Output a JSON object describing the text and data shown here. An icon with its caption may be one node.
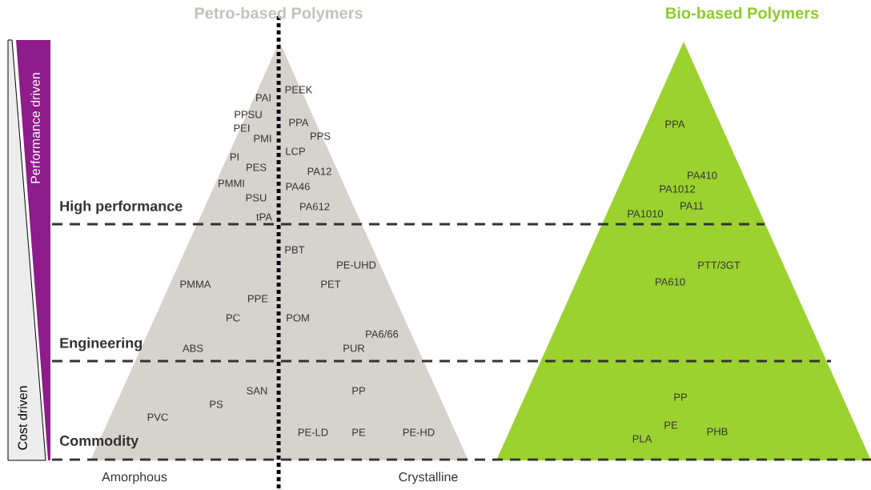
{
  "diagram": {
    "nodes": [
      {
        "text": [
          "Performance driven"
        ]
      },
      {
        "text": [
          "Cost driven"
        ]
      },
      {
        "text": [
          "Petro-based Polymers",
          "PAI",
          "PEEK",
          "PPSU",
          "PPA",
          "PEI",
          "PMI",
          "PPS",
          "LCP",
          "PI",
          "PES",
          "PA12",
          "PMMI",
          "PA46",
          "PSU",
          "PA612",
          "tPA",
          "PBT",
          "PE-UHD",
          "PMMA",
          "PET",
          "PPE",
          "PC",
          "POM",
          "PA6/66",
          "ABS",
          "PUR",
          "SAN",
          "PP",
          "PS",
          "PVC",
          "PE-LD",
          "PE",
          "PE-HD"
        ]
      },
      {
        "text": [
          "Bio-based Polymers",
          "PPA",
          "PA410",
          "PA1012",
          "PA11",
          "PA1010",
          "PTT/3GT",
          "PA610",
          "PP",
          "PE",
          "PHB",
          "PLA"
        ]
      }
    ],
    "labels": [
      "High performance",
      "Engineering",
      "Commodity",
      "Amorphous",
      "Crystalline"
    ]
  }
}
